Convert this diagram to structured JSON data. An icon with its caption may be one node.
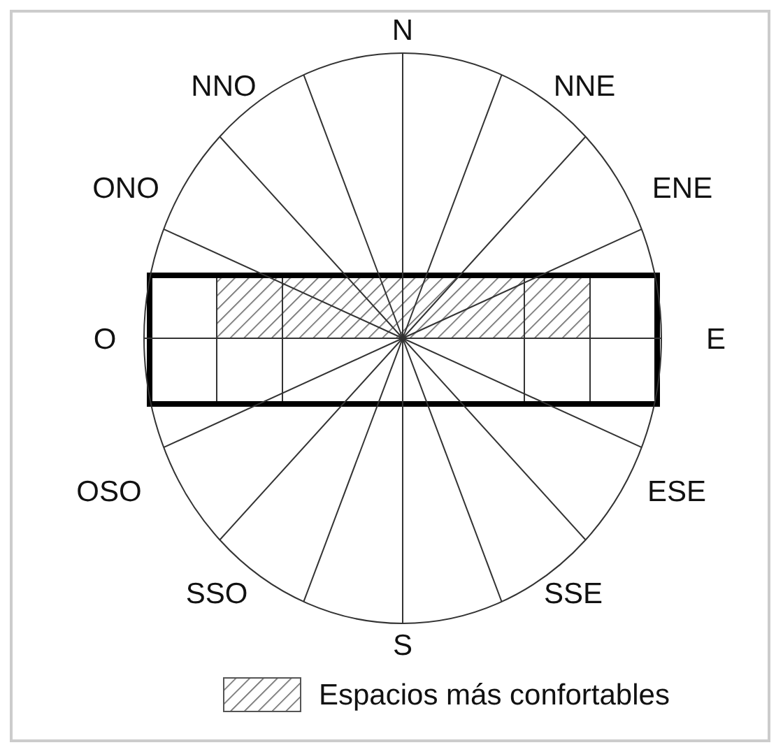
{
  "diagram": {
    "labels": [
      "N",
      "NNO",
      "NNE",
      "ONO",
      "ENE",
      "O",
      "E",
      "OSO",
      "ESE",
      "SSO",
      "SSE",
      "S"
    ],
    "legend": [
      {
        "text": "Espacios más confortables"
      }
    ]
  }
}
